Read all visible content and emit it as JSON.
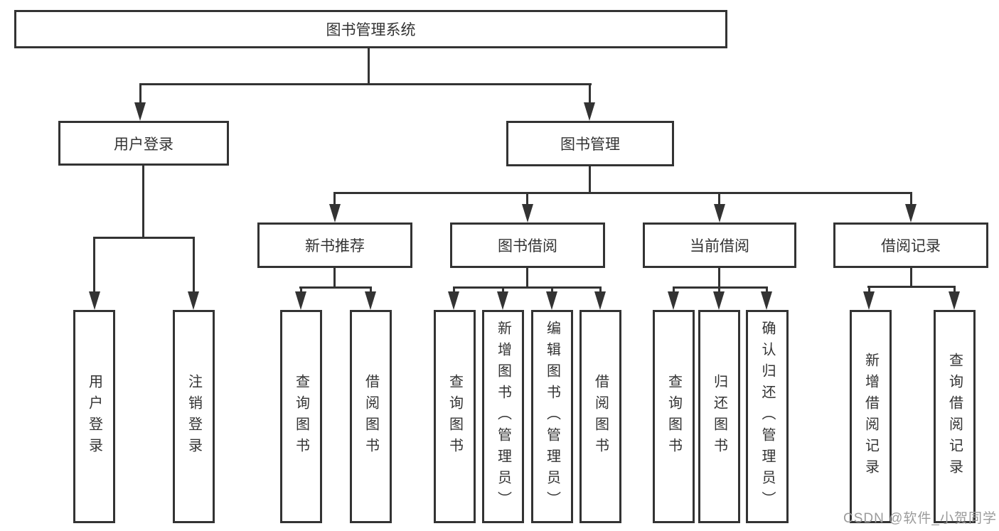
{
  "nodes": {
    "root": {
      "label": "图书管理系统"
    },
    "user_login": {
      "label": "用户登录"
    },
    "book_management": {
      "label": "图书管理"
    },
    "new_book_recommend": {
      "label": "新书推荐"
    },
    "book_borrowing": {
      "label": "图书借阅"
    },
    "current_borrowing": {
      "label": "当前借阅"
    },
    "borrowing_records": {
      "label": "借阅记录"
    },
    "user_login_leaf": {
      "label": "用户登录"
    },
    "logout_leaf": {
      "label": "注销登录"
    },
    "query_books_under_recommend": {
      "label": "查询图书"
    },
    "borrow_books_under_recommend": {
      "label": "借阅图书"
    },
    "query_books_under_borrowing": {
      "label": "查询图书"
    },
    "add_books_admin": {
      "label": "新增图书（管理员）"
    },
    "edit_books_admin": {
      "label": "编辑图书（管理员）"
    },
    "borrow_books_under_borrowing": {
      "label": "借阅图书"
    },
    "query_books_under_current": {
      "label": "查询图书"
    },
    "return_books": {
      "label": "归还图书"
    },
    "confirm_return_admin": {
      "label": "确认归还（管理员）"
    },
    "add_borrow_record": {
      "label": "新增借阅记录"
    },
    "query_borrow_record": {
      "label": "查询借阅记录"
    }
  },
  "watermark": {
    "text": "CSDN @软件_小贺同学"
  },
  "colors": {
    "line": "#333333",
    "box_border": "#333333",
    "box_background": "#ffffff",
    "text": "#333333",
    "watermark_text": "#9b9b9b"
  }
}
